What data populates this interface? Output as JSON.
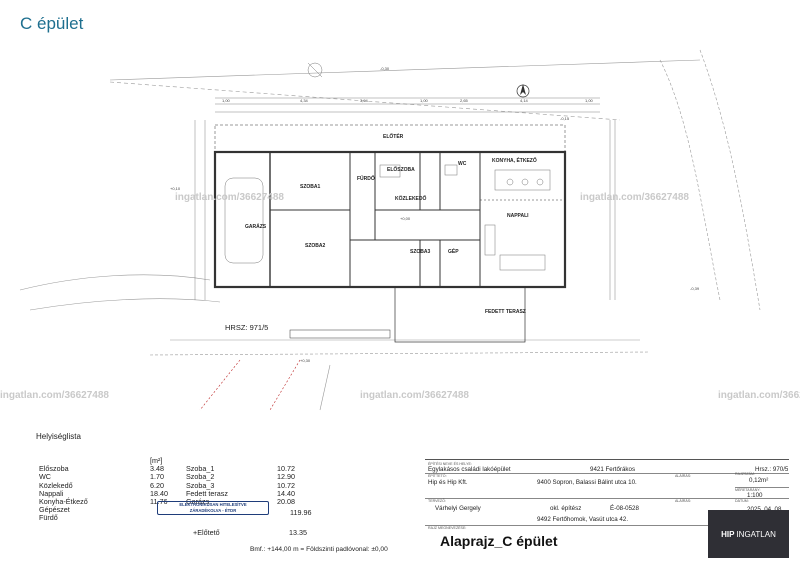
{
  "sheet_title": "C épület",
  "plan": {
    "rooms": [
      {
        "id": "eloter",
        "name": "ELŐTÉR"
      },
      {
        "id": "furdo",
        "name": "FÜRDŐ"
      },
      {
        "id": "eloszoba",
        "name": "ELŐSZOBA"
      },
      {
        "id": "wc",
        "name": "WC"
      },
      {
        "id": "konyha",
        "name": "KONYHA, ÉTKEZŐ"
      },
      {
        "id": "szoba1",
        "name": "SZOBA1"
      },
      {
        "id": "kozlekedo",
        "name": "KÖZLEKEDŐ"
      },
      {
        "id": "nappali",
        "name": "NAPPALI"
      },
      {
        "id": "garazs",
        "name": "GARÁZS"
      },
      {
        "id": "szoba2",
        "name": "SZOBA2"
      },
      {
        "id": "szoba3",
        "name": "SZOBA3"
      },
      {
        "id": "gep",
        "name": "GÉP"
      },
      {
        "id": "fedett",
        "name": "FEDETT TERASZ"
      }
    ],
    "hrsz_label": "HRSZ: 971/5",
    "dims_top": [
      "1,00",
      "4,34",
      "3,94",
      "1,00",
      "2,65",
      "4,14",
      "1,00"
    ],
    "levels": [
      "+0,10",
      "+0,00",
      "-0,15",
      "-0,30",
      "-0,39",
      "+0,30"
    ]
  },
  "legend": {
    "heading": "Helyiséglista",
    "unit": "[m²]",
    "rows_left": [
      {
        "name": "Előszoba",
        "area": "3.48"
      },
      {
        "name": "WC",
        "area": "1.70"
      },
      {
        "name": "Közlekedő",
        "area": "6.20"
      },
      {
        "name": "Nappali",
        "area": "18.40"
      },
      {
        "name": "Konyha-Étkező",
        "area": "11.76"
      },
      {
        "name": "Gépészet",
        "area": ""
      },
      {
        "name": "Fürdő",
        "area": ""
      }
    ],
    "rows_right": [
      {
        "name": "Szoba_1",
        "area": "10.72"
      },
      {
        "name": "Szoba_2",
        "area": "12.90"
      },
      {
        "name": "Szoba_3",
        "area": "10.72"
      },
      {
        "name": "Fedett terasz",
        "area": "14.40"
      },
      {
        "name": "Garázs",
        "area": "20.08"
      }
    ],
    "stamp_line1": "ELEKTRONIKUSAN HITELESÍTVE",
    "stamp_line2": "ZÁRADÉKOLVA - ÉTDR",
    "sum_value": "119.96",
    "eloteto_label": "+Előtető",
    "eloteto_value": "13.35",
    "bmf_note": "Bmf.: +144,00 m = Földszinti padlóvonal: ±0,00"
  },
  "title_block": {
    "lbl_project": "ÉPÍTÉSI NEVE ÉS HELYE:",
    "project": "Egylakásos családi lakóépület",
    "location": "9421 Fertőrákos",
    "hrsz": "Hrsz.: 970/5",
    "lbl_investor": "ÉPÍTTETŐ:",
    "investor": "Hip és Hip Kft.",
    "investor_addr": "9400 Sopron, Balassi Bálint utca 10.",
    "lbl_sign": "ALÁÍRÁS:",
    "lbl_page": "RAJZSZÁM:",
    "page_no": "0,12m²",
    "lbl_scale": "MÉRETARÁNY:",
    "scale": "1:100",
    "lbl_designer": "TERVEZŐ:",
    "designer": "Várhelyi Gergely",
    "designer_role": "okl. építész",
    "designer_id": "É-08-0528",
    "designer_addr": "9492 Fertőhomok, Vasút utca 42.",
    "lbl_date": "DÁTUM:",
    "date": "2025. 04. 08.",
    "lbl_drawing": "RAJZ MEGNEVEZÉSE:",
    "drawing_title": "Alaprajz_C épület"
  },
  "logo": {
    "brand": "HIP",
    "suffix": "INGATLAN"
  },
  "watermark": "ingatlan.com/36627488"
}
